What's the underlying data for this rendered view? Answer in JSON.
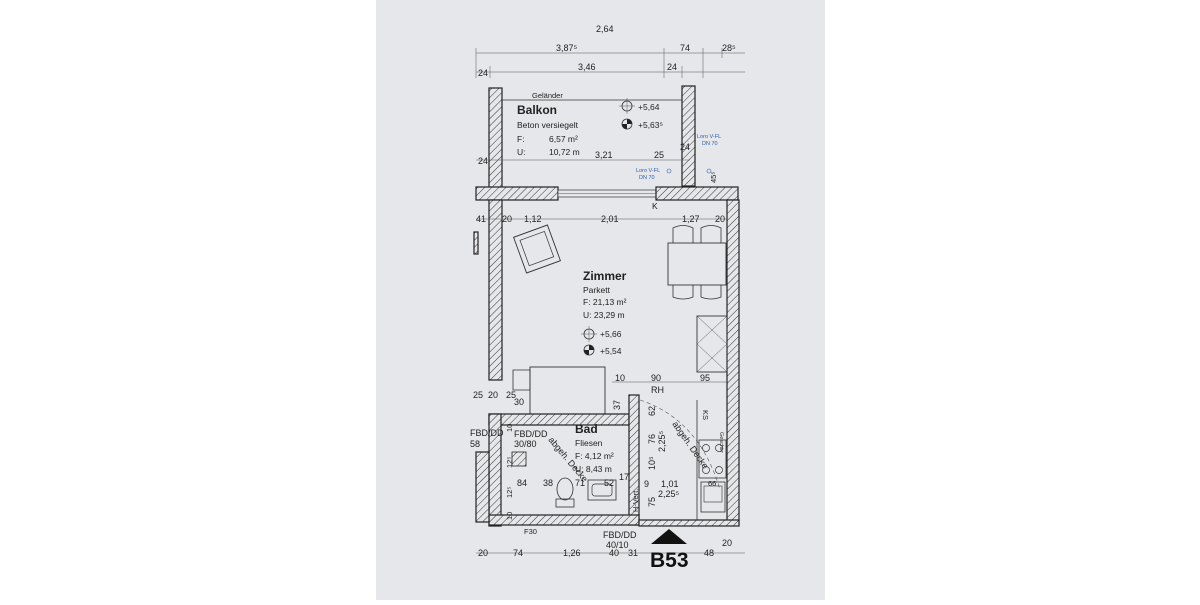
{
  "page": {
    "top_partial_dim": "2,64",
    "unit_label": "B53",
    "colors": {
      "paper": "#e6e7ea",
      "background": "#ffffff",
      "ink": "#222222",
      "annotation_blue": "#2a5db0"
    }
  },
  "top_dims": {
    "row1": [
      "3,87⁵",
      "74",
      "28⁵"
    ],
    "row2": [
      "24",
      "3,46",
      "24"
    ]
  },
  "balkon": {
    "title": "Balkon",
    "railing": "Geländer",
    "surface": "Beton versiegelt",
    "area_label": "F:",
    "area_value": "6,57 m²",
    "perimeter_label": "U:",
    "perimeter_value": "10,72 m",
    "level_top": "+5,64",
    "level_bottom": "+5,63⁵",
    "dims": [
      "24",
      "3,21",
      "25",
      "24"
    ],
    "drain_1": "Loro V-FL",
    "drain_1b": "DN 70",
    "drain_2": "Loro V-FL",
    "drain_2b": "DN 70",
    "side_dim": "45⁵"
  },
  "zimmer": {
    "title": "Zimmer",
    "floor": "Parkett",
    "area": "F: 21,13 m²",
    "perimeter": "U: 23,29 m",
    "level_top": "+5,66",
    "level_bottom": "+5,54",
    "k_marker": "K",
    "dims": [
      "41",
      "20",
      "1,12",
      "2,01",
      "1,27",
      "20"
    ],
    "mid_dims": [
      "10",
      "90",
      "95"
    ],
    "rh": "RH",
    "left_dims": [
      "25",
      "20",
      "25",
      "30"
    ]
  },
  "bad": {
    "title": "Bad",
    "floor": "Fliesen",
    "area": "F: 4,12 m²",
    "perimeter": "U: 8,43 m",
    "shaft": "FBD/DD",
    "shaft_size": "30/80",
    "ceiling_left": "abgeh. Decke",
    "ceiling_right": "abgeh. Decke",
    "dims": [
      "84",
      "38",
      "71",
      "52",
      "17",
      "9",
      "1,01",
      "2,25⁵",
      "75",
      "76",
      "62",
      "37",
      "10⁵",
      "2,25⁵"
    ],
    "left_dims": [
      "10",
      "12⁵",
      "12⁵",
      "10"
    ],
    "hvert": "H-Vert.",
    "f30": "F30"
  },
  "kitchen": {
    "ks": "KS",
    "geschirr": "Geschirr",
    "sink_dim": "66"
  },
  "left_partial": {
    "labels": [
      "FBD/DD",
      "58"
    ]
  },
  "bottom": {
    "shaft": "FBD/DD",
    "shaft_size": "40/10",
    "dims": [
      "20",
      "74",
      "1,26",
      "40",
      "31",
      "48",
      "20"
    ]
  }
}
